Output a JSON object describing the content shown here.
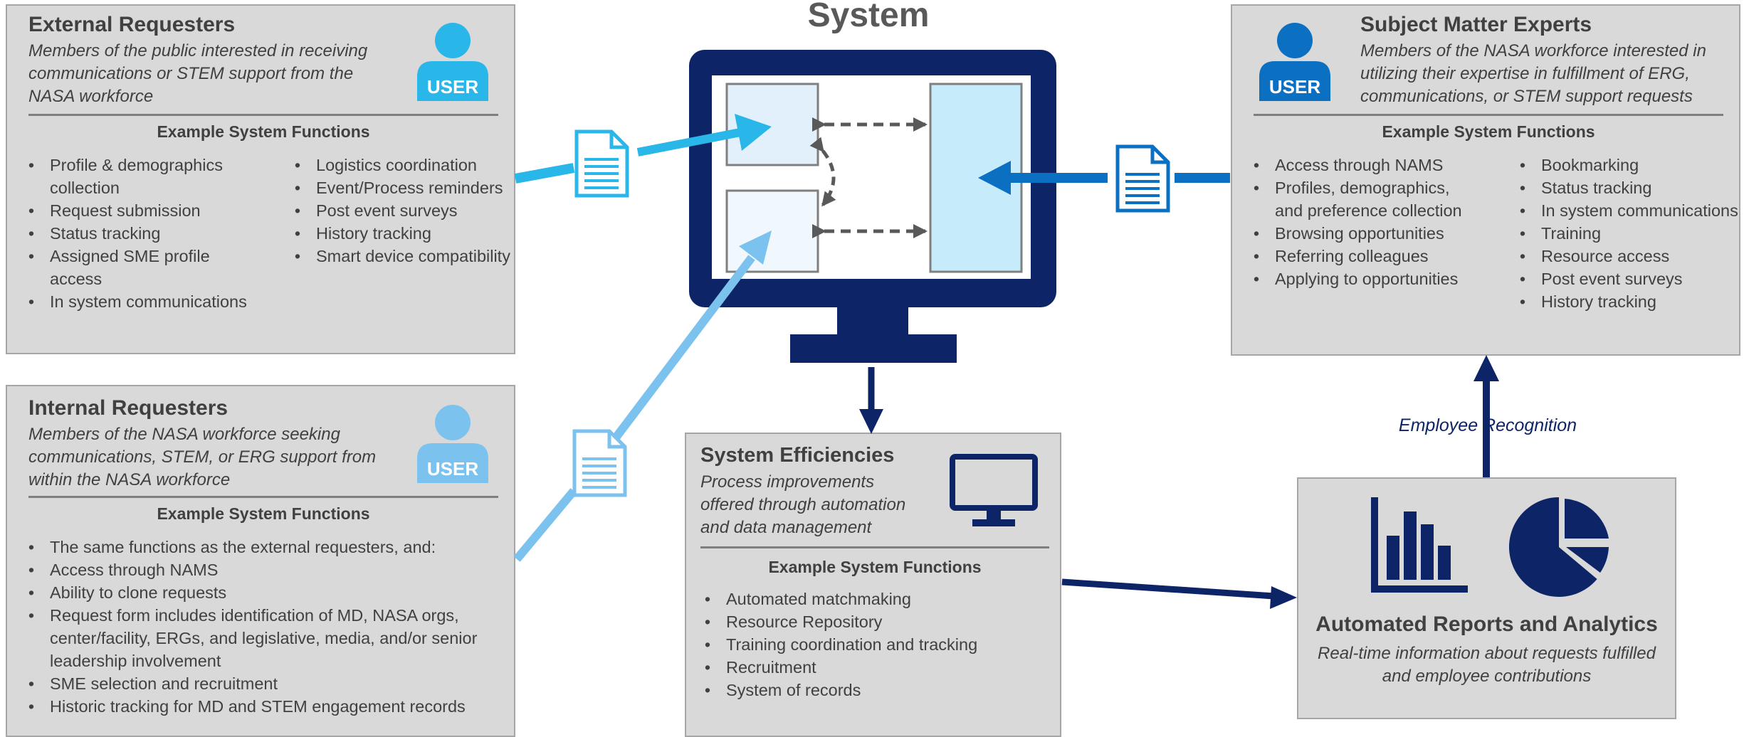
{
  "system_title": "System",
  "external": {
    "title": "External Requesters",
    "description": "Members of the public interested  in receiving communications or STEM support from the NASA workforce",
    "user_label": "USER",
    "functions_heading": "Example System Functions",
    "functions_col1": [
      "Profile & demographics collection",
      "Request submission",
      "Status tracking",
      "Assigned SME profile access",
      "In system communications"
    ],
    "functions_col2": [
      "Logistics coordination",
      "Event/Process reminders",
      "Post event surveys",
      "History tracking",
      "Smart device compatibility"
    ]
  },
  "internal": {
    "title": "Internal Requesters",
    "description": "Members of the NASA workforce seeking communications, STEM, or ERG support from within the NASA workforce",
    "user_label": "USER",
    "functions_heading": "Example System Functions",
    "functions": [
      "The same functions as the external requesters, and:",
      "Access through NAMS",
      "Ability to clone requests",
      "Request form includes identification of MD, NASA orgs, center/facility, ERGs, and legislative, media, and/or senior leadership involvement",
      "SME selection and recruitment",
      "Historic tracking for MD and STEM  engagement  records"
    ]
  },
  "sme": {
    "title": "Subject Matter Experts",
    "description": "Members of the NASA workforce interested  in utilizing their expertise in fulfillment of ERG, communications, or STEM support requests",
    "user_label": "USER",
    "functions_heading": "Example System Functions",
    "functions_col1": [
      "Access through NAMS",
      "Profiles, demographics, and preference collection",
      "Browsing opportunities",
      "Referring colleagues",
      "Applying to opportunities"
    ],
    "functions_col2": [
      "Bookmarking",
      "Status tracking",
      "In system communications",
      "Training",
      "Resource access",
      "Post event surveys",
      "History tracking"
    ]
  },
  "efficiencies": {
    "title": "System Efficiencies",
    "description": "Process improvements offered through automation and data management",
    "functions_heading": "Example System Functions",
    "functions": [
      "Automated matchmaking",
      "Resource Repository",
      "Training coordination and tracking",
      "Recruitment",
      "System of records"
    ]
  },
  "reports": {
    "title": "Automated Reports and Analytics",
    "description": "Real-time information about requests fulfilled and employee contributions"
  },
  "employee_recognition_label": "Employee Recognition",
  "colors": {
    "navy": "#0d2466",
    "external_blue": "#29b6e8",
    "internal_blue": "#7cc2ee",
    "sme_blue": "#0b6fc2",
    "panel_gray": "#d9d9d9",
    "arrow_gray": "#595959"
  }
}
